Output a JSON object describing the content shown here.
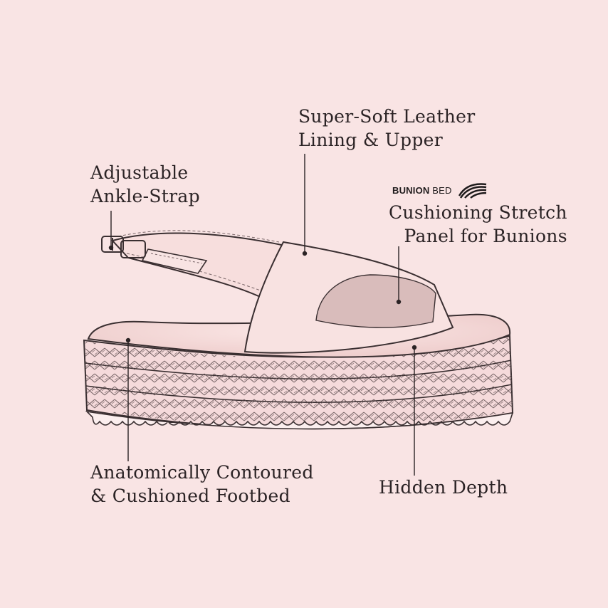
{
  "labels": {
    "upper": {
      "line1": "Super-Soft Leather",
      "line2": "Lining & Upper"
    },
    "strap": {
      "line1": "Adjustable",
      "line2": "Ankle-Strap"
    },
    "bunion": {
      "brand_bold": "BUNION",
      "brand_light": "BED",
      "brand_icon": "wave-stripes-logo",
      "line1": "Cushioning Stretch",
      "line2": "Panel for Bunions"
    },
    "footbed": {
      "line1": "Anatomically Contoured",
      "line2": "& Cushioned Footbed"
    },
    "depth": {
      "line1": "Hidden Depth"
    }
  },
  "colors": {
    "background": "#f9e4e4",
    "outline": "#3a2f31",
    "footbed": "#f6dcdb",
    "bunion_panel": "#d9bcbb",
    "upper": "#f8e2e1"
  }
}
